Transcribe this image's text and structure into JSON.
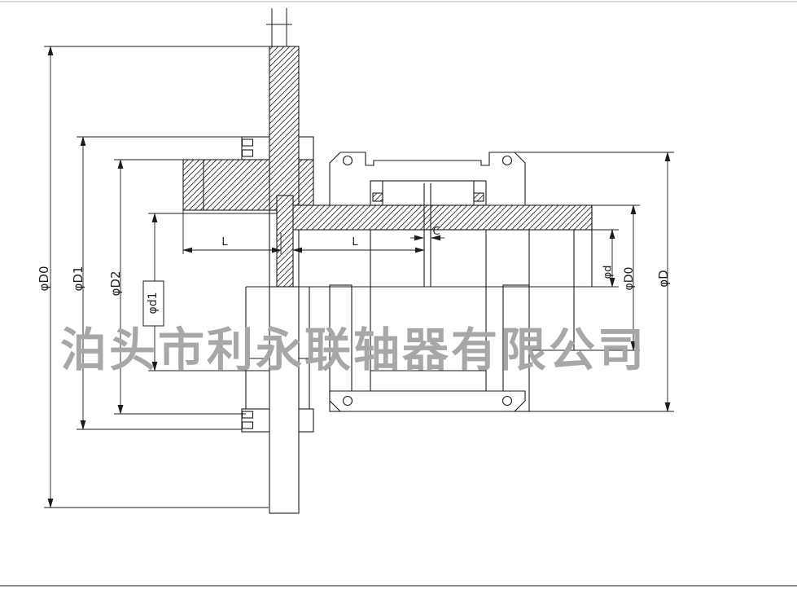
{
  "page": {
    "background": "#ffffff",
    "line_color": "#1c1c1c",
    "edge_line_color": "#9a9a9a"
  },
  "watermark": {
    "text": "泊头市利永联轴器有限公司",
    "color": "#a7a7a7"
  },
  "drawing": {
    "dimension_labels": {
      "left_outer": "φD0",
      "left_second": "φD1",
      "left_third": "φD2",
      "left_inner_boxed": "φd1",
      "right_inner": "φd",
      "right_second": "φD0",
      "right_outer": "φD",
      "length_left": "L",
      "length_mid": "L",
      "gap_center": "C"
    }
  }
}
